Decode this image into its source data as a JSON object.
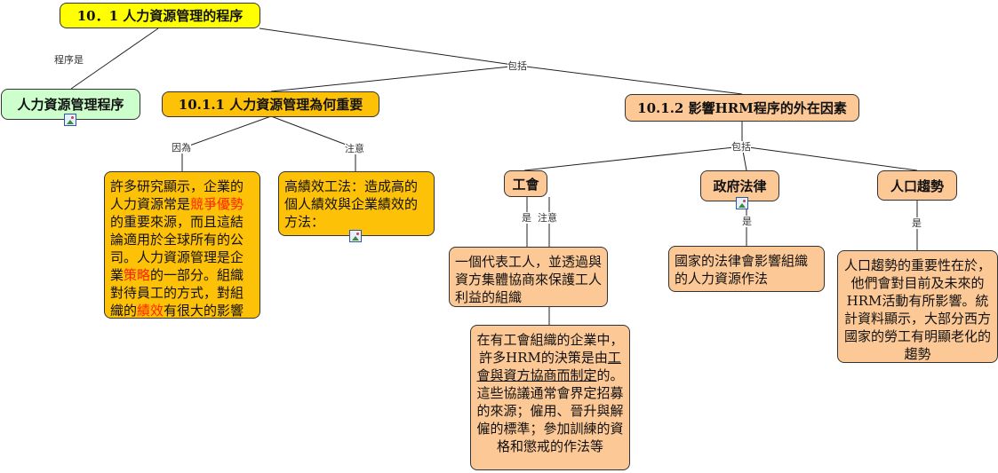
{
  "root": {
    "title": "10．1  人力資源管理的程序"
  },
  "links": {
    "process_is": "程序是",
    "includes_top": "包括",
    "because": "因為",
    "note_1": "注意",
    "includes_right": "包括",
    "union_is": "是",
    "union_note": "注意",
    "gov_is": "是",
    "trend_is": "是"
  },
  "process": {
    "title": "人力資源管理程序"
  },
  "why": {
    "title": "10.1.1  人力資源管理為何重要",
    "reason": {
      "p1": "許多研究顯示，企業的人力資源常是",
      "h1": "競爭優勢",
      "p2": "的重要來源，而且這結論適用於全球所有的公司。人力資源管理是企業",
      "h2": "策略",
      "p3": "的一部分。組織對待員工的方式，對組織的",
      "h3": "績效",
      "p4": "有很大的影響"
    },
    "note": "高績效工法：造成高的個人績效與企業績效的方法："
  },
  "external": {
    "title": "10.1.2  影響HRM程序的外在因素",
    "union": {
      "title": "工會",
      "def": "一個代表工人，並透過與資方集體協商來保護工人利益的組織",
      "note_a": "在有工會組織的企業中，許多HRM的決策是由",
      "note_u": "工會與資方協商而制定",
      "note_b": "的。這些協議通常會界定招募的來源；僱用、晉升與解僱的標準；參加訓練的資格和懲戒的作法等"
    },
    "gov": {
      "title": "政府法律",
      "def": "國家的法律會影響組織的人力資源作法"
    },
    "trend": {
      "title": "人口趨勢",
      "def": "人口趨勢的重要性在於，他們會對目前及未來的HRM活動有所影響。統計資料顯示，大部分西方國家的勞工有明顯老化的趨勢"
    }
  },
  "icons": [
    "image-icon"
  ]
}
